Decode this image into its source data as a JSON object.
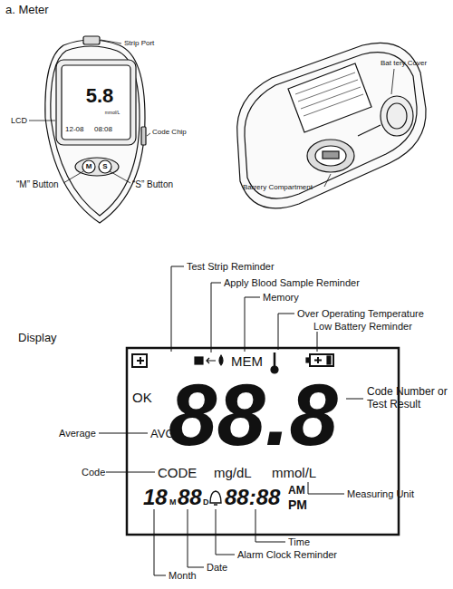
{
  "diagram": {
    "title": "a. Meter",
    "labels": [
      "Strip Port",
      "LCD",
      "Code Chip",
      "“M” Button",
      "“S” Button",
      "5.8",
      "mmol/L",
      "12-08",
      "08:08",
      "M",
      "S",
      "Bat tery Cover",
      "Barrery Compartment",
      "Display",
      "Test Strip Reminder",
      "Apply Blood Sample Reminder",
      "Memory",
      "Over Operating Temperature",
      "Low Battery Reminder",
      "MEM",
      "OK",
      "88.8",
      "Code Number or Test Result",
      "Average",
      "AVG",
      "Code",
      "CODE",
      "mg/dL",
      "mmol/L",
      "Measuring Unit",
      "18",
      "M",
      "88",
      "D",
      "88:88",
      "AM",
      "PM",
      "Time",
      "Alarm Clock Reminder",
      "Date",
      "Month"
    ]
  }
}
